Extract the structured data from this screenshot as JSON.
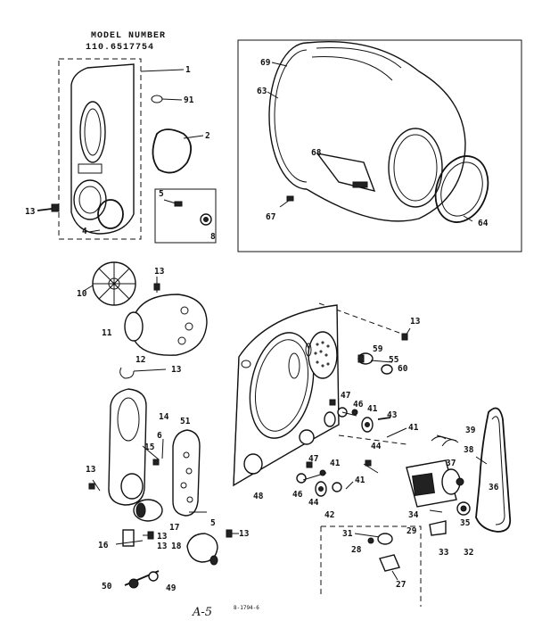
{
  "header": {
    "title": "MODEL NUMBER",
    "model": "110.6517754"
  },
  "footer": {
    "page": "A-5",
    "code": "8-1794-6"
  },
  "callouts": {
    "c1": "1",
    "c2": "2",
    "c4": "4",
    "c5": "5",
    "c8": "8",
    "c91": "91",
    "c13a": "13",
    "c69": "69",
    "c63": "63",
    "c68": "68",
    "c67": "67",
    "c64": "64",
    "c10": "10",
    "c11": "11",
    "c13b": "13",
    "c12": "12",
    "c13c": "13",
    "c14": "14",
    "c51": "51",
    "c6": "6",
    "c15": "15",
    "c13d": "13",
    "c17": "17",
    "c5b": "5",
    "c13e": "13",
    "c13f": "13",
    "c16": "16",
    "c18": "18",
    "c50": "50",
    "c49": "49",
    "c13g": "13",
    "c59": "59",
    "c55": "55",
    "c60": "60",
    "c47a": "47",
    "c46a": "46",
    "c41a": "41",
    "c43": "43",
    "c44a": "44",
    "c41b": "41",
    "c48": "48",
    "c47b": "47",
    "c41c": "41",
    "c46b": "46",
    "c44b": "44",
    "c42": "42",
    "c41d": "41",
    "c13h": "13",
    "c39": "39",
    "c38": "38",
    "c37": "37",
    "c36": "36",
    "c34": "34",
    "c35": "35",
    "c33": "33",
    "c32": "32",
    "c31": "31",
    "c29": "29",
    "c28": "28",
    "c27": "27"
  }
}
